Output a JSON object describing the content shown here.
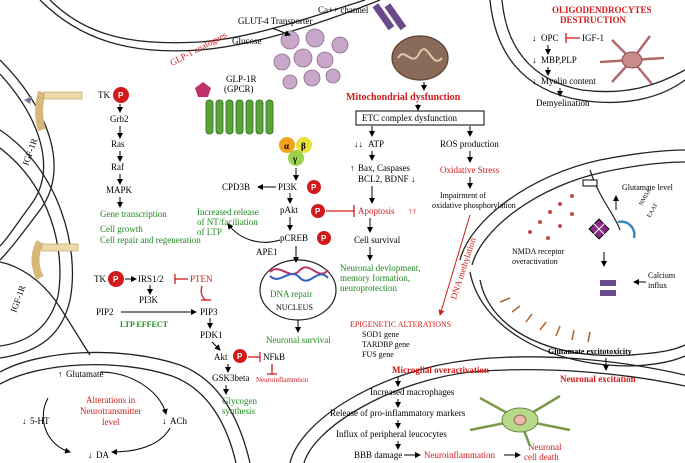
{
  "labels": {
    "ca_channel": "Ca++ channel",
    "glut4": "GLUT-4 Transporter",
    "glucose": "Glucose",
    "glp1_analogues": "GLP-1 analogues",
    "glp1r_a": "GLP-1R",
    "glp1r_b": "(GPCR)",
    "igf1r_top": "IGF-1R",
    "igf1r_bottom": "IGF-1R",
    "tk1": "TK",
    "tk2": "TK",
    "grb2": "Grb2",
    "ras": "Ras",
    "raf": "Raf",
    "mapk": "MAPK",
    "gene_transcription": "Gene transcription",
    "cell_growth": "Cell growth",
    "cell_repair": "Cell repair and regeneration",
    "alpha": "α",
    "beta": "β",
    "gamma": "γ",
    "pi3k_top": "PI3K",
    "cpd3b": "CPD3B",
    "pakt": "pAkt",
    "pcreb": "pCREB",
    "ape1": "APE1",
    "increased_release_1": "Increased release",
    "increased_release_2": "of NT/faciliation",
    "increased_release_3": "of LTP",
    "dna_repair": "DNA repair",
    "nucleus": "NUCLEUS",
    "irs12": "IRS1/2",
    "pten": "PTEN",
    "pip2": "PIP2",
    "pi3k_bottom": "PI3K",
    "pip3": "PIP3",
    "ltp_effect": "LTP EFFECT",
    "pdk1": "PDK1",
    "akt": "Akt",
    "nfkb": "NFkB",
    "neuroinflammation_small": "Neuroinflammtion",
    "gsk3beta": "GSK3beta",
    "glycogen_1": "Glycogen",
    "glycogen_2": "synthesis",
    "neuronal_survival": "Neuronal survival",
    "glutamate_loop": "Glutamate",
    "ach": "ACh",
    "ht5": "5-HT",
    "da": "DA",
    "alterations_1": "Alterations in",
    "alterations_2": "Neurotransmitter",
    "alterations_3": "level",
    "mito_dysfunction": "Mitochondrial dysfunction",
    "etc_dysfunction": "ETC complex dysfunction",
    "atp": "ATP",
    "bax": "Bax, Caspases",
    "bcl2": "BCL2, BDNF",
    "apoptosis": "Apoptosis",
    "apoptosis_arrows": "↑↑",
    "cell_survival": "Cell survival",
    "neuronal_dev_1": "Neuronal devlopment,",
    "neuronal_dev_2": "memory formation,",
    "neuronal_dev_3": "neuroprotection",
    "ros": "ROS production",
    "oxidative_stress": "Oxidative Stress",
    "impairment_1": "Impairment of",
    "impairment_2": "oxidative phosphorylation",
    "dna_methylation": "DNA methylation",
    "epigenetic": "EPIGENETIC ALTERATIONS",
    "sod1": "SOD1 gene",
    "tardbp": "TARDBP gene",
    "fus": "FUS gene",
    "oligo_title": "OLIGODENDROCYTES",
    "oligo_destruction": "DESTRUCTION",
    "opc": "OPC",
    "igf1": "IGF-1",
    "mbp_plp": "MBP,PLP",
    "myelin": "Myelin content",
    "demyelination": "Demyelination",
    "glutamate_level": "Glutamate level",
    "nmda_1": "NMDA receptor",
    "nmda_2": "overactivation",
    "calcium_1": "Calcium",
    "calcium_2": "influx",
    "nmda_small": "NMDA",
    "eaat_small": "EAAT",
    "glutamate_excito": "Glutamate excitotoxicity",
    "neuronal_excitation": "Neuronal excitation",
    "microglial": "Microglial overactivation",
    "macrophages": "Increased macrophages",
    "release_markers": "Release of pro-inflammatory markers",
    "influx": "Influx of peripheral leucocytes",
    "bbb": "BBB damage",
    "neuroinflammation": "Neuroinflammation",
    "neuronal_death_1": "Neuronal",
    "neuronal_death_2": "cell death",
    "p": "P"
  },
  "colors": {
    "phospho": "#d21a1a",
    "green_text": "#1f8a1f",
    "red_text": "#d21a1a",
    "receptor": "#5aa53a",
    "alpha": "#f2a21a",
    "beta": "#e8e03a",
    "gamma": "#9ad24a",
    "igf_receptor": "#f0d9a8",
    "channel": "#6a4a8a",
    "mitochondria": "#8a6a58",
    "vesicle": "#c9a7c9",
    "microglia": "#b9d98a",
    "oligo": "#c98a8a"
  }
}
